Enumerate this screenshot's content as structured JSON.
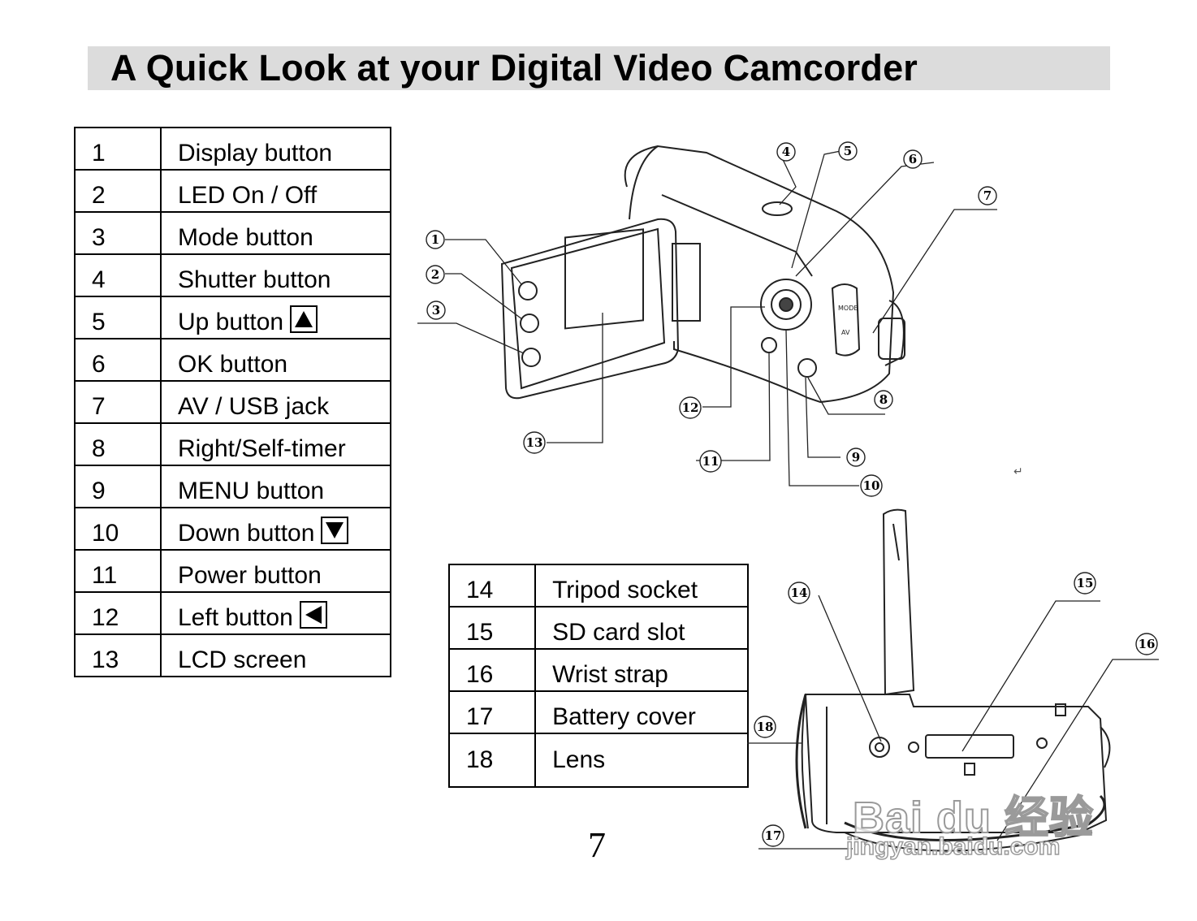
{
  "page": {
    "title": "A Quick Look at your Digital Video Camcorder",
    "page_number": "7",
    "return_mark": "↵"
  },
  "table_left": {
    "rows": [
      {
        "num": "1",
        "label": "Display button"
      },
      {
        "num": "2",
        "label": "LED On / Off"
      },
      {
        "num": "3",
        "label": "Mode button"
      },
      {
        "num": "4",
        "label": "Shutter button"
      },
      {
        "num": "5",
        "label": "Up button",
        "icon": "up-arrow-key-icon"
      },
      {
        "num": "6",
        "label": "OK button"
      },
      {
        "num": "7",
        "label": "AV / USB jack"
      },
      {
        "num": "8",
        "label": "Right/Self-timer"
      },
      {
        "num": "9",
        "label": "MENU button"
      },
      {
        "num": "10",
        "label": "Down button",
        "icon": "down-arrow-key-icon"
      },
      {
        "num": "11",
        "label": "Power button"
      },
      {
        "num": "12",
        "label": "Left button",
        "icon": "left-arrow-key-icon"
      },
      {
        "num": "13",
        "label": "LCD screen"
      }
    ]
  },
  "table_right": {
    "rows": [
      {
        "num": "14",
        "label": "Tripod socket"
      },
      {
        "num": "15",
        "label": "SD card slot"
      },
      {
        "num": "16",
        "label": "Wrist strap"
      },
      {
        "num": "17",
        "label": "Battery cover"
      },
      {
        "num": "18",
        "label": "Lens"
      }
    ]
  },
  "diagram_front": {
    "callouts": [
      "1",
      "2",
      "3",
      "4",
      "5",
      "6",
      "7",
      "8",
      "9",
      "10",
      "11",
      "12",
      "13"
    ],
    "button_labels": [
      "MODE",
      "AV"
    ]
  },
  "diagram_bottom": {
    "callouts": [
      "14",
      "15",
      "16",
      "17",
      "18"
    ]
  },
  "watermark": {
    "main": "Bai du 经验",
    "sub": "jingyan.baidu.com"
  }
}
